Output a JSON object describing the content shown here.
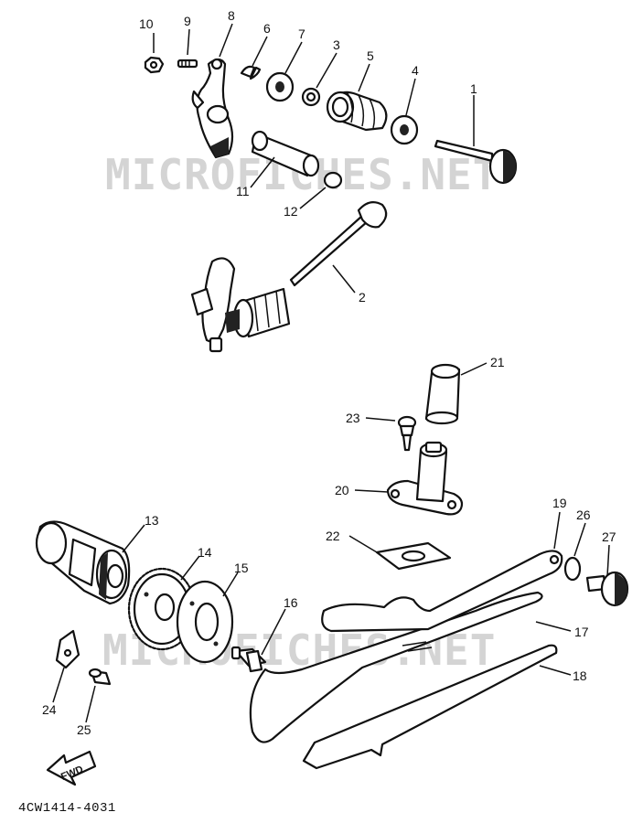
{
  "diagram_code": "4CW1414-4031",
  "watermark": "MICROFICHES.NET",
  "fwd_label": "FWD",
  "callouts": {
    "c1": "1",
    "c2": "2",
    "c3": "3",
    "c4": "4",
    "c5": "5",
    "c6": "6",
    "c7": "7",
    "c8": "8",
    "c9": "9",
    "c10": "10",
    "c11": "11",
    "c12": "12",
    "c13": "13",
    "c14": "14",
    "c15": "15",
    "c16": "16",
    "c17": "17",
    "c18": "18",
    "c19": "19",
    "c20": "20",
    "c21": "21",
    "c22": "22",
    "c23": "23",
    "c24": "24",
    "c25": "25",
    "c26": "26",
    "c27": "27"
  }
}
